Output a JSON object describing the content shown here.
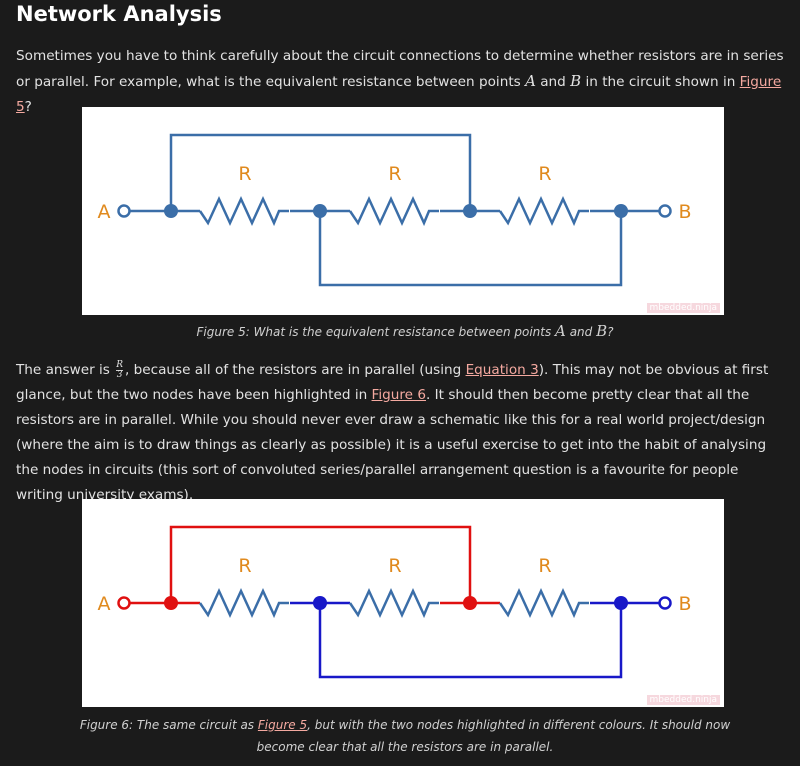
{
  "heading": "Network Analysis",
  "intro": {
    "t1": "Sometimes you have to think carefully about the circuit connections to determine whether resistors are in series or parallel. For example, what is the equivalent resistance between points ",
    "A": "A",
    "t2": " and ",
    "B": "B",
    "t3": " in the circuit shown in ",
    "link": "Figure 5",
    "t4": "?"
  },
  "figure5": {
    "resistor_label": "R",
    "terminal_a": "A",
    "terminal_b": "B",
    "watermark": "mbedded.ninja",
    "caption_1": "Figure 5: What is the equivalent resistance between points ",
    "A": "A",
    "caption_2": " and ",
    "B": "B",
    "caption_3": "?"
  },
  "answer": {
    "t1": "The answer is ",
    "frac_num": "R",
    "frac_den": "3",
    "t2": ", because all of the resistors are in parallel (using ",
    "link1": "Equation 3",
    "t3": "). This may not be obvious at first glance, but the two nodes have been highlighted in ",
    "link2": "Figure 6",
    "t4": ". It should then become pretty clear that all the resistors are in parallel. While you should never ever draw a schematic like this for a real world project/design (where the aim is to draw things as clearly as possible) it is a useful exercise to get into the habit of analysing the nodes in circuits (this sort of convoluted series/parallel arrangement question is a favourite for people writing university exams)."
  },
  "figure6": {
    "resistor_label": "R",
    "terminal_a": "A",
    "terminal_b": "B",
    "watermark": "mbedded.ninja",
    "caption_1": "Figure 6: The same circuit as ",
    "link": "Figure 5",
    "caption_2": ", but with the two nodes highlighted in different colours. It should now become clear that all the resistors are in parallel."
  },
  "colors": {
    "wire": "#3b6ea8",
    "label": "#e08a1e",
    "node_red": "#e01010",
    "node_blue": "#1818c8",
    "link": "#f4a9a0"
  }
}
